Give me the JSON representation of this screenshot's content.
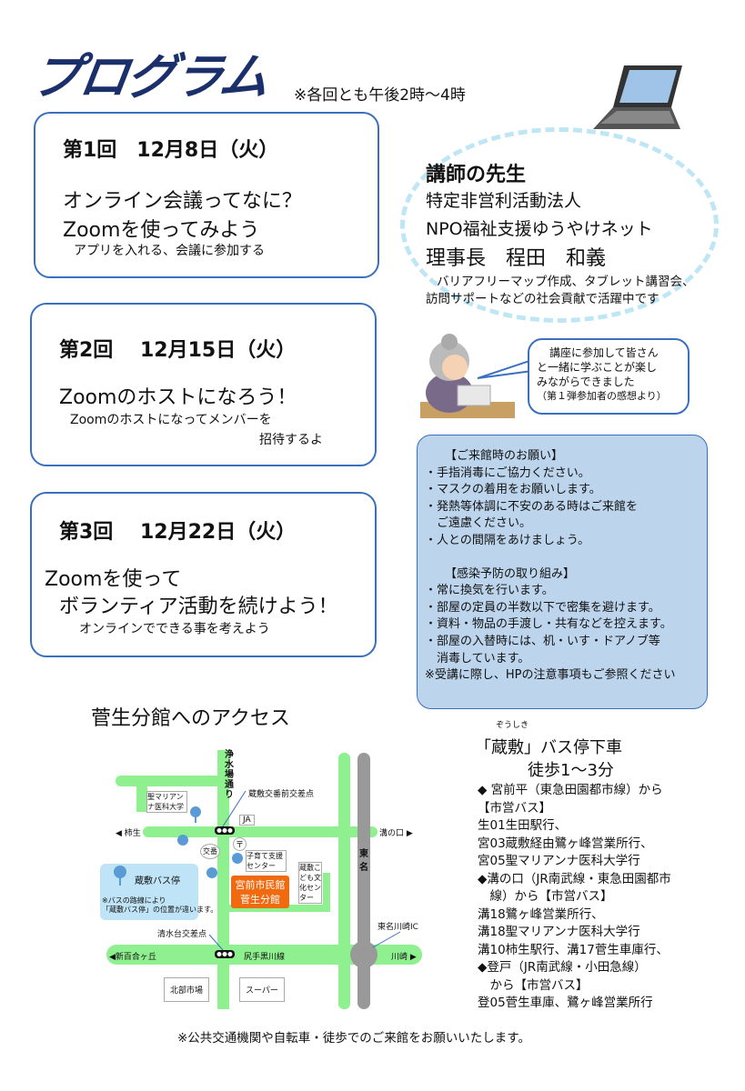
{
  "title": "プログラム",
  "time_note": "※各回とも午後2時〜4時",
  "sessions": [
    {
      "heading": "第1回　12月8日（火）",
      "lines": [
        "オンライン会議ってなに？",
        "Zoomを使ってみよう"
      ],
      "sub": [
        "アプリを入れる、会議に参加する"
      ]
    },
    {
      "heading": "第2回　 12月15日（火）",
      "lines": [
        "Zoomのホストになろう！"
      ],
      "sub": [
        "Zoomのホストになってメンバーを",
        "招待するよ"
      ]
    },
    {
      "heading": "第3回　 12月22日（火）",
      "lines": [
        "Zoomを使って",
        "ボランティア活動を続けよう！"
      ],
      "sub": [
        "オンラインでできる事を考えよう"
      ]
    }
  ],
  "instructor": {
    "label": "講師の先生",
    "org1": "特定非営利活動法人",
    "org2": "NPO福祉支援ゆうやけネット",
    "name": "理事長　程田　和義",
    "desc1": "バリアフリーマップ作成、タブレット講習会、",
    "desc2": "訪問サポートなどの社会貢献で活躍中です"
  },
  "testimonial": [
    "講座に参加して皆さん",
    "と一緒に学ぶことが楽し",
    "みながらできました",
    "（第１弾参加者の感想より）"
  ],
  "notice": {
    "h1": "【ご来館時のお願い】",
    "items1": [
      "・手指消毒にご協力ください。",
      "・マスクの着用をお願いします。",
      "・発熱等体調に不安のある時はご来館を",
      "　ご遠慮ください。",
      "・人との間隔をあけましょう。"
    ],
    "h2": "【感染予防の取り組み】",
    "items2": [
      "・常に換気を行います。",
      "・部屋の定員の半数以下で密集を避けます。",
      "・資料・物品の手渡し・共有などを控えます。",
      "・部屋の入替時には、机・いす・ドアノブ等",
      "　消毒しています。",
      "※受講に際し、HPの注意事項もご参照ください"
    ]
  },
  "access_title": "菅生分館へのアクセス",
  "map": {
    "road_v": "浄水場通り",
    "crossing1": "蔵敷交番前交差点",
    "hospital": "聖マリアンナ医科大学",
    "ja": "JA",
    "left1": "◀ 柿生",
    "right1": "溝の口 ▶",
    "koban": "交番",
    "post": "〒",
    "kosodate": "子育て支援センター",
    "kodomo": "蔵敷こども文化センター",
    "tomei": "東名",
    "legend": "蔵敷バス停",
    "legend_note1": "※バスの路線により",
    "legend_note2": "「蔵敷バス停」の位置が違います。",
    "venue1": "宮前市民館",
    "venue2": "菅生分館",
    "crossing2": "清水台交差点",
    "ic": "東名川崎IC",
    "left2": "◀新百合ヶ丘",
    "road_h": "尻手黒川線",
    "right2": "川崎 ▶",
    "market": "北部市場",
    "super": "スーパー"
  },
  "bus": {
    "ruby": "ぞうしき",
    "stop": "「蔵敷」バス停下車",
    "walk": "徒歩1〜3分",
    "lines": [
      "◆ 宮前平（東急田園都市線）から",
      "【市営バス】",
      "生01生田駅行、",
      "宮03蔵敷経由鷺ヶ峰営業所行、",
      "宮05聖マリアンナ医科大学行",
      "◆溝の口（JR南武線・東急田園都市",
      "　線）から【市営バス】",
      "溝18鷺ヶ峰営業所行、",
      "溝18聖マリアンナ医科大学行",
      "溝10柿生駅行、溝17菅生車庫行、",
      "◆登戸（JR南武線・小田急線）",
      "　から【市営バス】",
      "登05菅生車庫、鷺ヶ峰営業所行"
    ]
  },
  "footer": "※公共交通機関や自転車・徒歩でのご来館をお願いいたします。"
}
